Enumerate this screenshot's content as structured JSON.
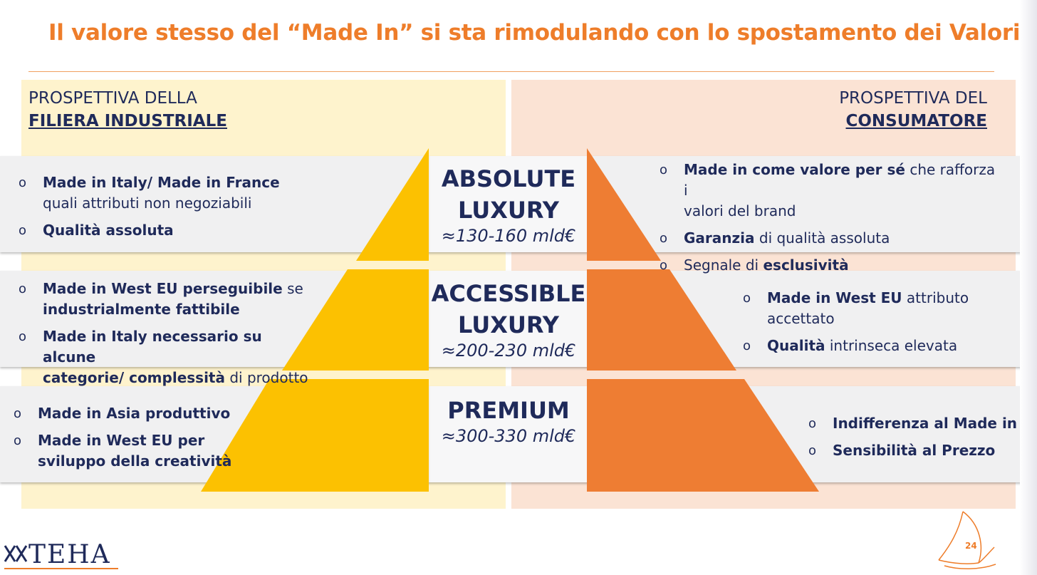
{
  "title": "Il valore stesso del “Made In” si sta rimodulando con lo spostamento dei Valori",
  "left_header": {
    "line1": "PROSPETTIVA DELLA",
    "line2": "FILIERA INDUSTRIALE"
  },
  "right_header": {
    "line1": "PROSPETTIVA DEL",
    "line2": "CONSUMATORE"
  },
  "tiers": [
    {
      "name_line1": "ABSOLUTE",
      "name_line2": "LUXURY",
      "value": "≈130-160 mld€"
    },
    {
      "name_line1": "ACCESSIBLE",
      "name_line2": "LUXURY",
      "value": "≈200-230 mld€"
    },
    {
      "name_line1": "PREMIUM",
      "name_line2": "",
      "value": "≈300-330 mld€"
    }
  ],
  "bullet_marker": "o",
  "colors": {
    "title": "#ee7d2a",
    "navy": "#1f2a5a",
    "yellow": "#fcc101",
    "orange": "#ee7d33",
    "left_bg": "#fef3cd",
    "right_bg": "#fbe3d4"
  },
  "left": {
    "t1": [
      {
        "b": "Made in Italy/ Made in France",
        "n": "",
        "line2": "quali attributi non negoziabili"
      },
      {
        "b": "Qualità assoluta",
        "n": "",
        "line2": ""
      }
    ],
    "t2": [
      {
        "b": "Made in West EU perseguibile",
        "n": " se",
        "line2b": "industrialmente fattibile",
        "line2n": ""
      },
      {
        "b": "Made in Italy necessario su alcune",
        "n": "",
        "line2b": "categorie/ complessità",
        "line2n": " di prodotto"
      }
    ],
    "t3": [
      {
        "b": "Made in Asia produttivo",
        "line2b": ""
      },
      {
        "b": "Made in West EU per",
        "line2b": "sviluppo della creatività"
      }
    ]
  },
  "right": {
    "t1": [
      {
        "b": "Made in come valore per sé",
        "n": " che rafforza i",
        "line2n": "valori del brand"
      },
      {
        "b": "Garanzia",
        "n": " di qualità assoluta",
        "line2n": ""
      },
      {
        "pre": "Segnale di ",
        "b": "esclusività",
        "n": ""
      }
    ],
    "t2": [
      {
        "b": "Made in West EU",
        "n": " attributo",
        "line2n": "accettato"
      },
      {
        "b": "Qualità",
        "n": " intrinseca elevata",
        "line2n": ""
      }
    ],
    "t3": [
      {
        "b": "Indifferenza al Made in"
      },
      {
        "b": "Sensibilità al Prezzo"
      }
    ]
  },
  "logo_text": "TEHA",
  "page_number": "24"
}
